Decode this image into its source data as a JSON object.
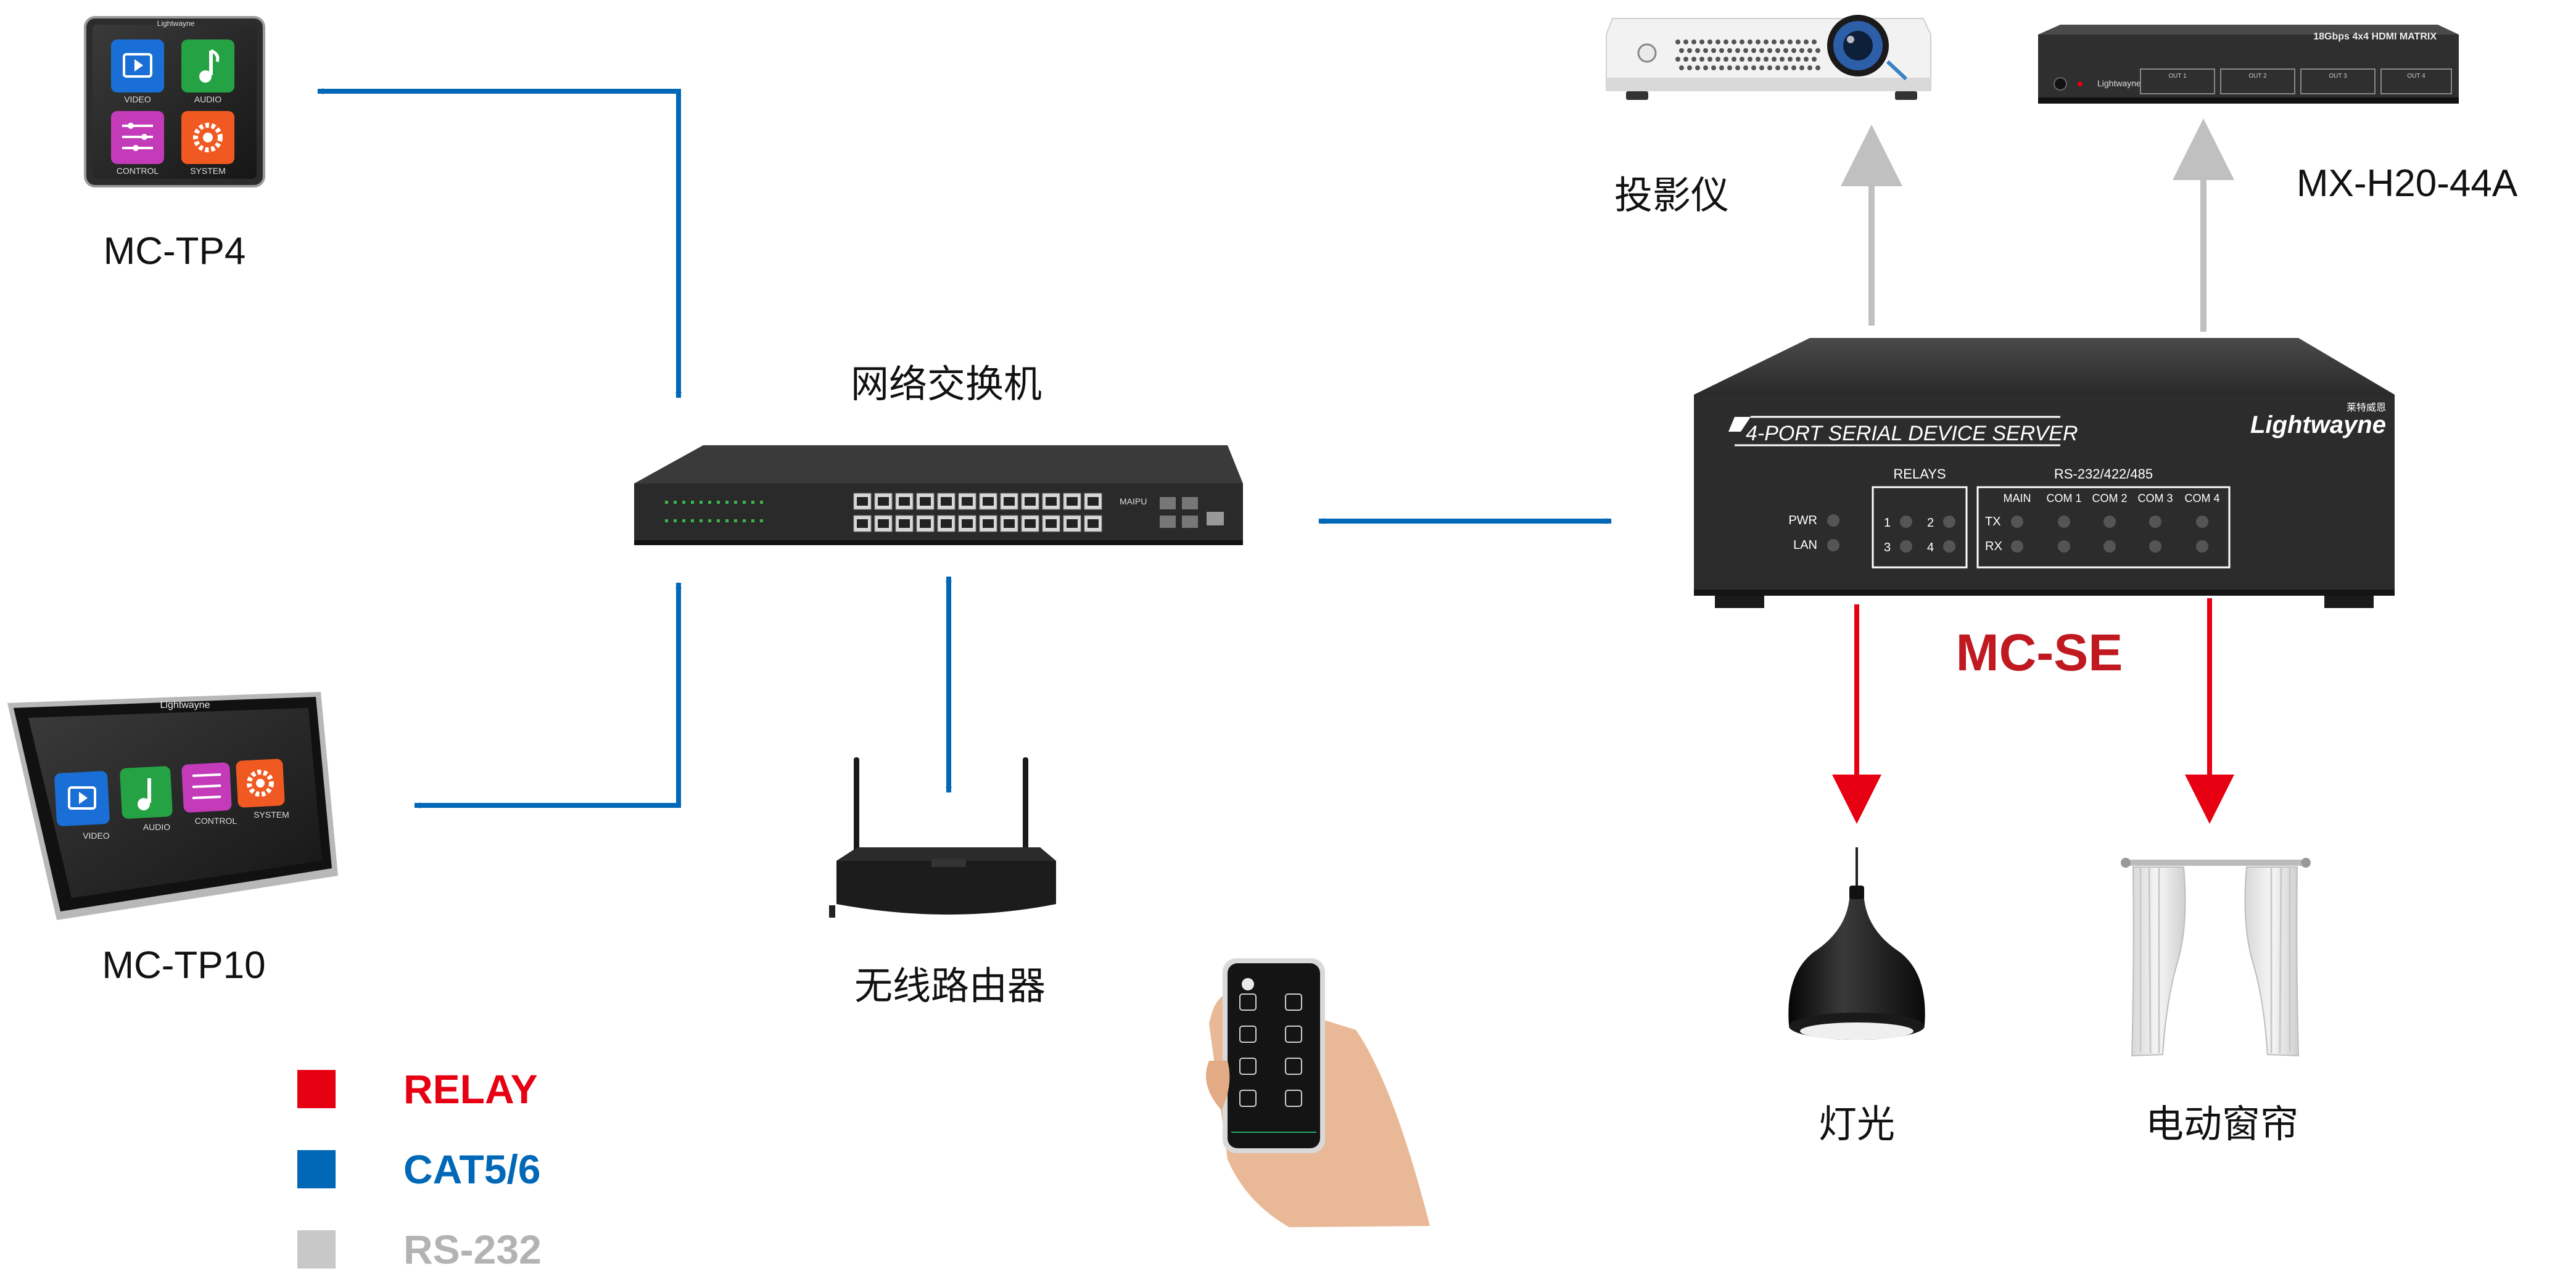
{
  "colors": {
    "relay": "#e60012",
    "cat": "#0068b7",
    "rs232": "#c0c0c0",
    "mcse_label": "#c01920"
  },
  "labels": {
    "mc_tp4": "MC-TP4",
    "mc_tp10": "MC-TP10",
    "switch": "网络交换机",
    "router": "无线路由器",
    "projector": "投影仪",
    "matrix": "MX-H20-44A",
    "mc_se": "MC-SE",
    "light": "灯光",
    "curtain": "电动窗帘"
  },
  "legend": [
    {
      "label": "RELAY",
      "color": "#e60012"
    },
    {
      "label": "CAT5/6",
      "color": "#0068b7"
    },
    {
      "label": "RS-232",
      "color": "#b3b3b3"
    }
  ],
  "tablet_apps": [
    {
      "label": "VIDEO",
      "color": "#1a6fd6",
      "icon": "play-icon"
    },
    {
      "label": "AUDIO",
      "color": "#25a244",
      "icon": "music-note-icon"
    },
    {
      "label": "CONTROL",
      "color": "#c33bb8",
      "icon": "sliders-icon"
    },
    {
      "label": "SYSTEM",
      "color": "#f05a22",
      "icon": "gear-icon"
    }
  ],
  "tablet_brand": "Lightwayne",
  "server": {
    "title": "4-PORT SERIAL DEVICE SERVER",
    "brand": "Lightwayne",
    "brand_cn": "莱特威恩",
    "relays_header": "RELAYS",
    "rs_header": "RS-232/422/485",
    "pwr": "PWR",
    "lan": "LAN",
    "relay_nums": [
      "1",
      "2",
      "3",
      "4"
    ],
    "ports": [
      "MAIN",
      "COM 1",
      "COM 2",
      "COM 3",
      "COM 4"
    ],
    "tx": "TX",
    "rx": "RX"
  },
  "switch_brand": "MAIPU",
  "matrix_device": {
    "title": "18Gbps 4x4 HDMI MATRIX",
    "brand": "Lightwayne",
    "outs": [
      "OUT 1",
      "OUT 2",
      "OUT 3",
      "OUT 4"
    ]
  }
}
